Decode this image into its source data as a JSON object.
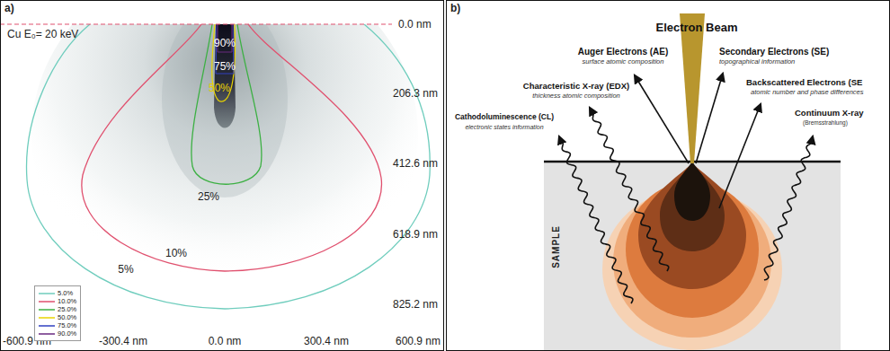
{
  "diagram": {
    "nodes": [
      {
        "text": [
          "a)"
        ]
      },
      {
        "text": [
          "b)"
        ]
      },
      {
        "text": [
          "SAMPLE"
        ],
        "in": 1
      }
    ],
    "labels": [
      "Cu E₀= 20 keV",
      "90%",
      "75%",
      "50%",
      "25%",
      "10%",
      "5%",
      "0.0 nm",
      "206.3 nm",
      "412.6 nm",
      "618.9 nm",
      "825.2 nm",
      "-600.9 nm",
      "-300.4 nm",
      "0.0 nm",
      "300.4 nm",
      "600.9 nm",
      "Electron Beam",
      "Auger Electrons (AE)",
      "surface atomic composition",
      "Secondary Electrons (SE)",
      "topographical information",
      "Backscattered Electrons (SE",
      "atomic number and phase differences",
      "Continuum X-ray",
      "(Bremsstrahlung)",
      "Characteristic X-ray (EDX)",
      "thickness atomic composition",
      "Cathodoluminescence (CL)",
      "electronic states information"
    ],
    "legend": [
      {
        "text": "5.0%"
      },
      {
        "text": "10.0%"
      },
      {
        "text": "25.0%"
      },
      {
        "text": "50.0%"
      },
      {
        "text": "75.0%"
      },
      {
        "text": "90.0%"
      }
    ]
  }
}
